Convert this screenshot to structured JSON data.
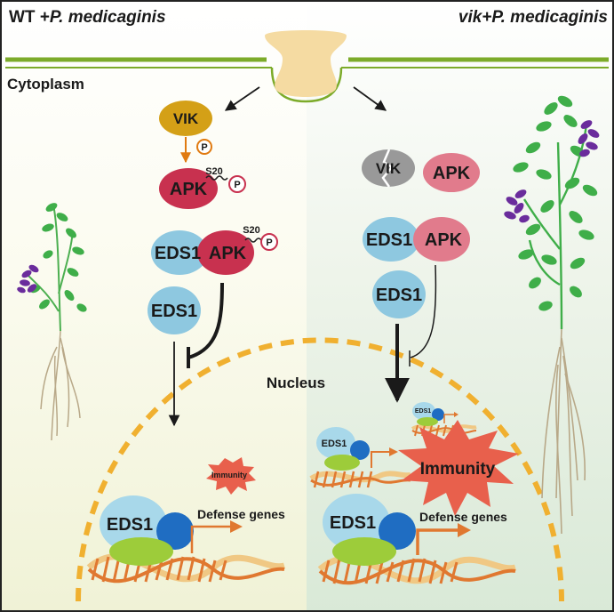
{
  "panels": {
    "wt": {
      "title_prefix": "WT +",
      "title_species": "P. medicaginis",
      "vik": "VIK",
      "phospho": "P",
      "apk": "APK",
      "site": "S20",
      "eds1": "EDS1",
      "immunity": "Immunity",
      "defense_genes": "Defense genes"
    },
    "vik": {
      "title_mutant": "vik",
      "title_species": "+P. medicaginis",
      "vik": "VIK",
      "apk": "APK",
      "eds1": "EDS1",
      "immunity": "Immunity",
      "defense_genes": "Defense genes"
    }
  },
  "compartments": {
    "cytoplasm": "Cytoplasm",
    "nucleus": "Nucleus"
  },
  "colors": {
    "vik": "#d4a017",
    "apk_active": "#c8314f",
    "apk_mutant": "#e17b8c",
    "eds1": "#8ec8e0",
    "membrane": "#7cab2a",
    "nucleus_edge": "#f0b030",
    "immunity": "#e8604c"
  }
}
